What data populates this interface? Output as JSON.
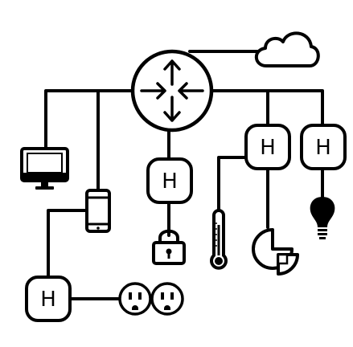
{
  "diagram": {
    "hub_label": "H",
    "nodes": [
      {
        "id": "router",
        "icon": "router-icon"
      },
      {
        "id": "cloud",
        "icon": "cloud-icon"
      },
      {
        "id": "computer",
        "icon": "desktop-monitor-icon"
      },
      {
        "id": "phone",
        "icon": "smartphone-icon"
      },
      {
        "id": "hub-center",
        "icon": "hub-icon"
      },
      {
        "id": "hub-right-1",
        "icon": "hub-icon"
      },
      {
        "id": "hub-right-2",
        "icon": "hub-icon"
      },
      {
        "id": "hub-bottom-left",
        "icon": "hub-icon"
      },
      {
        "id": "lock",
        "icon": "smart-lock-icon"
      },
      {
        "id": "thermometer",
        "icon": "thermometer-icon"
      },
      {
        "id": "meter",
        "icon": "pie-gauge-icon"
      },
      {
        "id": "light-bulb",
        "icon": "light-bulb-icon"
      },
      {
        "id": "outlet",
        "icon": "power-outlet-icon"
      }
    ],
    "colors": {
      "stroke": "#000000",
      "background": "#ffffff"
    }
  }
}
